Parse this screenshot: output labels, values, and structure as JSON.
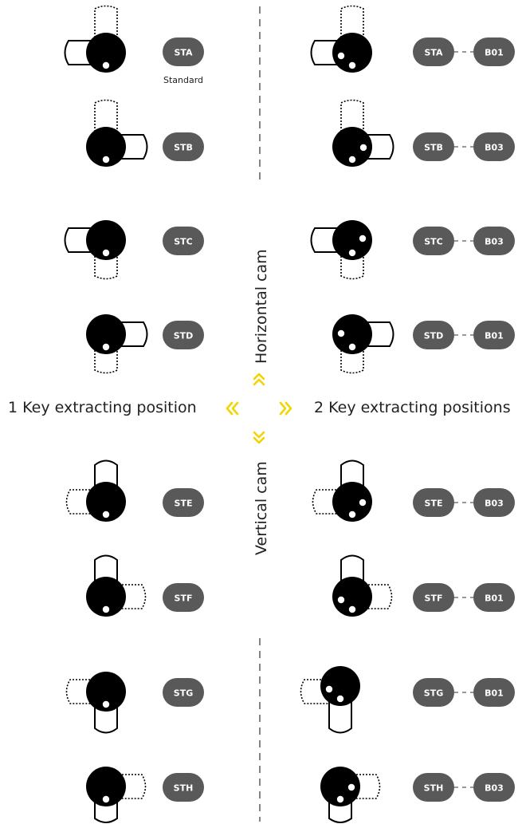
{
  "labels": {
    "left_heading": "1 Key extracting position",
    "right_heading": "2 Key extracting positions",
    "horizontal_cam": "Horizontal cam",
    "vertical_cam": "Vertical cam",
    "standard_note": "Standard"
  },
  "colors": {
    "badge": "#595959",
    "accent": "#f2d500",
    "ink": "#000000",
    "text": "#222222"
  },
  "rows": [
    {
      "code": "STA",
      "key": "B01"
    },
    {
      "code": "STB",
      "key": "B03"
    },
    {
      "code": "STC",
      "key": "B03"
    },
    {
      "code": "STD",
      "key": "B01"
    },
    {
      "code": "STE",
      "key": "B03"
    },
    {
      "code": "STF",
      "key": "B01"
    },
    {
      "code": "STG",
      "key": "B01"
    },
    {
      "code": "STH",
      "key": "B03"
    }
  ],
  "icons": {
    "cam": "cam-lock-icon",
    "arrow_left": "double-chevron-left-icon",
    "arrow_right": "double-chevron-right-icon",
    "arrow_up": "double-chevron-up-icon",
    "arrow_down": "double-chevron-down-icon"
  }
}
